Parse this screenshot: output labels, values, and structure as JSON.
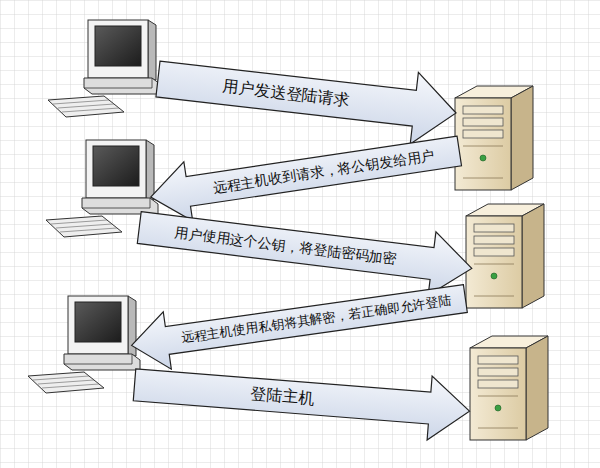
{
  "diagram": {
    "nodes": [
      {
        "text": [
          "用户发送登陆请求"
        ]
      },
      {
        "text": [
          "远程主机收到请求，将公钥发给用户"
        ]
      },
      {
        "text": [
          "用户使用这个公钥，将登陆密码加密"
        ]
      },
      {
        "text": [
          "远程主机使用私钥将其解密，若正确即允许登陆"
        ]
      },
      {
        "text": [
          "登陆主机"
        ]
      }
    ]
  }
}
